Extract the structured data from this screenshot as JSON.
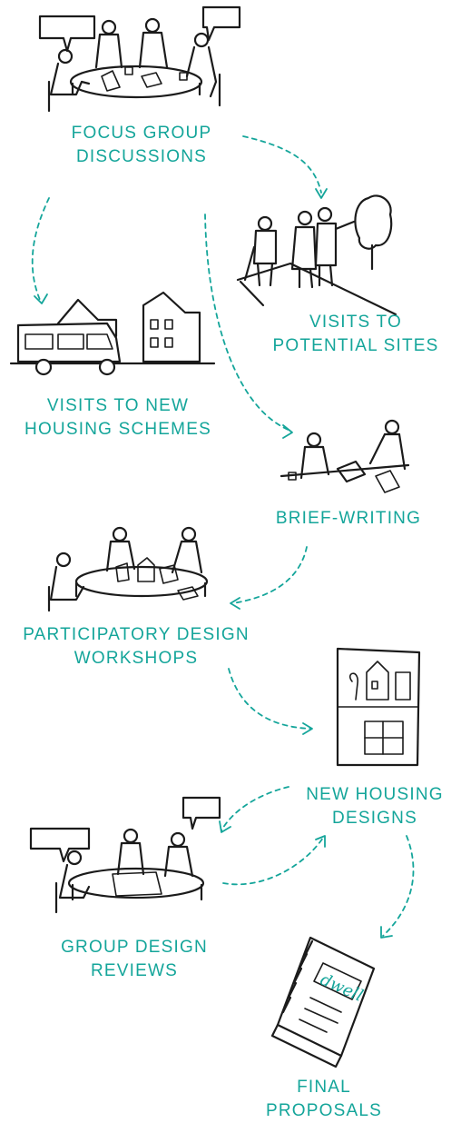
{
  "steps": {
    "focus_group": {
      "line1": "FOCUS GROUP",
      "line2": "DISCUSSIONS"
    },
    "potential_sites": {
      "line1": "VISITS TO",
      "line2": "POTENTIAL SITES"
    },
    "new_housing_schemes": {
      "line1": "VISITS TO NEW",
      "line2": "HOUSING SCHEMES"
    },
    "brief_writing": {
      "line1": "BRIEF-WRITING"
    },
    "design_workshops": {
      "line1": "PARTICIPATORY DESIGN",
      "line2": "WORKSHOPS"
    },
    "new_housing_designs": {
      "line1": "NEW HOUSING",
      "line2": "DESIGNS"
    },
    "group_design_reviews": {
      "line1": "GROUP DESIGN",
      "line2": "REVIEWS"
    },
    "final_proposals": {
      "line1": "FINAL",
      "line2": "PROPOSALS"
    }
  },
  "booklet_logo": "dwell",
  "colors": {
    "accent": "#14a59a",
    "ink": "#1b1b1b"
  }
}
